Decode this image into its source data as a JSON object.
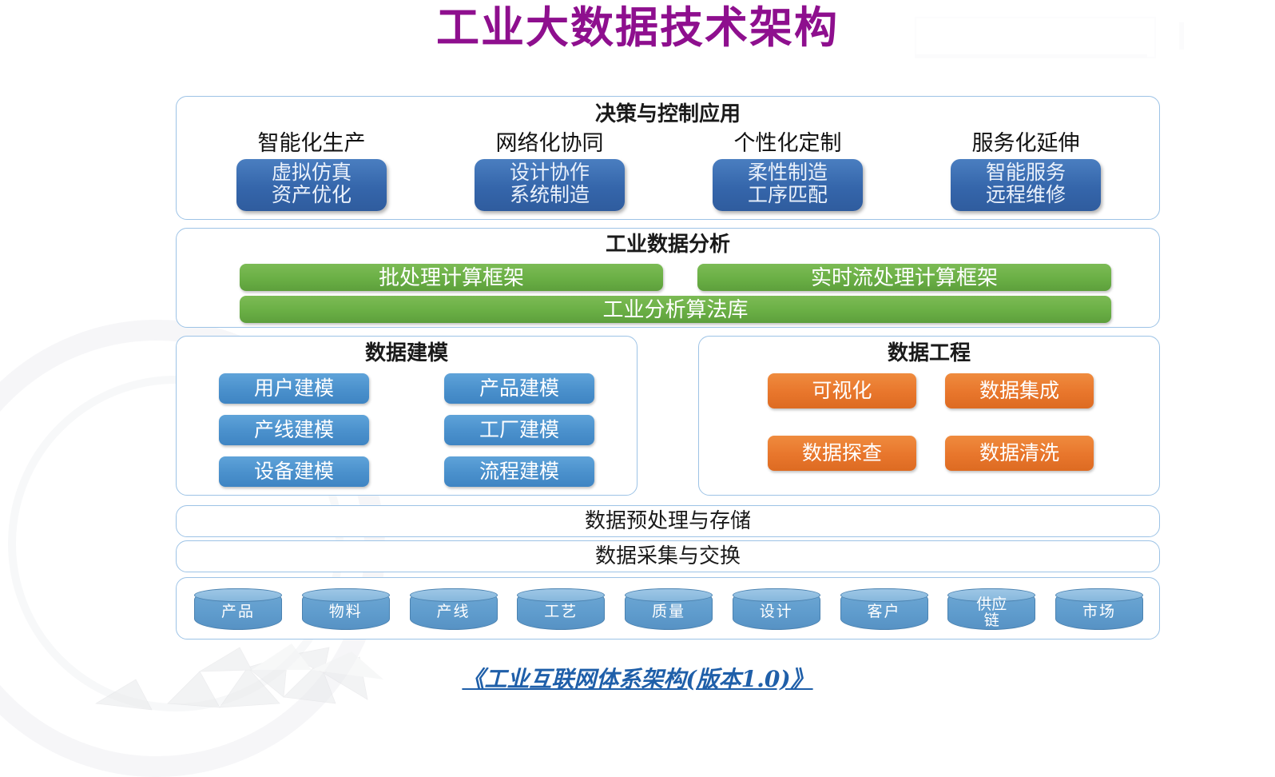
{
  "page": {
    "title": "工业大数据技术架构",
    "title_color": "#8E0F8E",
    "background": "#FFFFFF"
  },
  "palette": {
    "app_box_blue": "#3566AB",
    "analysis_green": "#6AAF45",
    "modeling_blue": "#4A90CC",
    "engineering_orange": "#E8762C",
    "panel_border": "#9DC3E6",
    "cylinder_blue": "#5F9CCD",
    "link_blue": "#1F5FA9"
  },
  "layers": {
    "applications": {
      "title": "决策与控制应用",
      "columns": [
        {
          "label": "智能化生产",
          "items": [
            "虚拟仿真",
            "资产优化"
          ]
        },
        {
          "label": "网络化协同",
          "items": [
            "设计协作",
            "系统制造"
          ]
        },
        {
          "label": "个性化定制",
          "items": [
            "柔性制造",
            "工序匹配"
          ]
        },
        {
          "label": "服务化延伸",
          "items": [
            "智能服务",
            "远程维修"
          ]
        }
      ]
    },
    "analysis": {
      "title": "工业数据分析",
      "bars": [
        {
          "label": "批处理计算框架"
        },
        {
          "label": "实时流处理计算框架"
        },
        {
          "label": "工业分析算法库"
        }
      ]
    },
    "modeling": {
      "title": "数据建模",
      "items": [
        "用户建模",
        "产品建模",
        "产线建模",
        "工厂建模",
        "设备建模",
        "流程建模"
      ]
    },
    "engineering": {
      "title": "数据工程",
      "items": [
        "可视化",
        "数据集成",
        "数据探查",
        "数据清洗"
      ]
    },
    "preprocess": {
      "title": "数据预处理与存储"
    },
    "collect": {
      "title": "数据采集与交换"
    },
    "sources": {
      "items": [
        {
          "label": "产品",
          "two_line": false
        },
        {
          "label": "物料",
          "two_line": false
        },
        {
          "label": "产线",
          "two_line": false
        },
        {
          "label": "工艺",
          "two_line": false
        },
        {
          "label": "质量",
          "two_line": false
        },
        {
          "label": "设计",
          "two_line": false
        },
        {
          "label": "客户",
          "two_line": false
        },
        {
          "label": "供应\n链",
          "two_line": true
        },
        {
          "label": "市场",
          "two_line": false
        }
      ]
    }
  },
  "footer": {
    "link_text": "《工业互联网体系架构(版本1.0)》"
  }
}
